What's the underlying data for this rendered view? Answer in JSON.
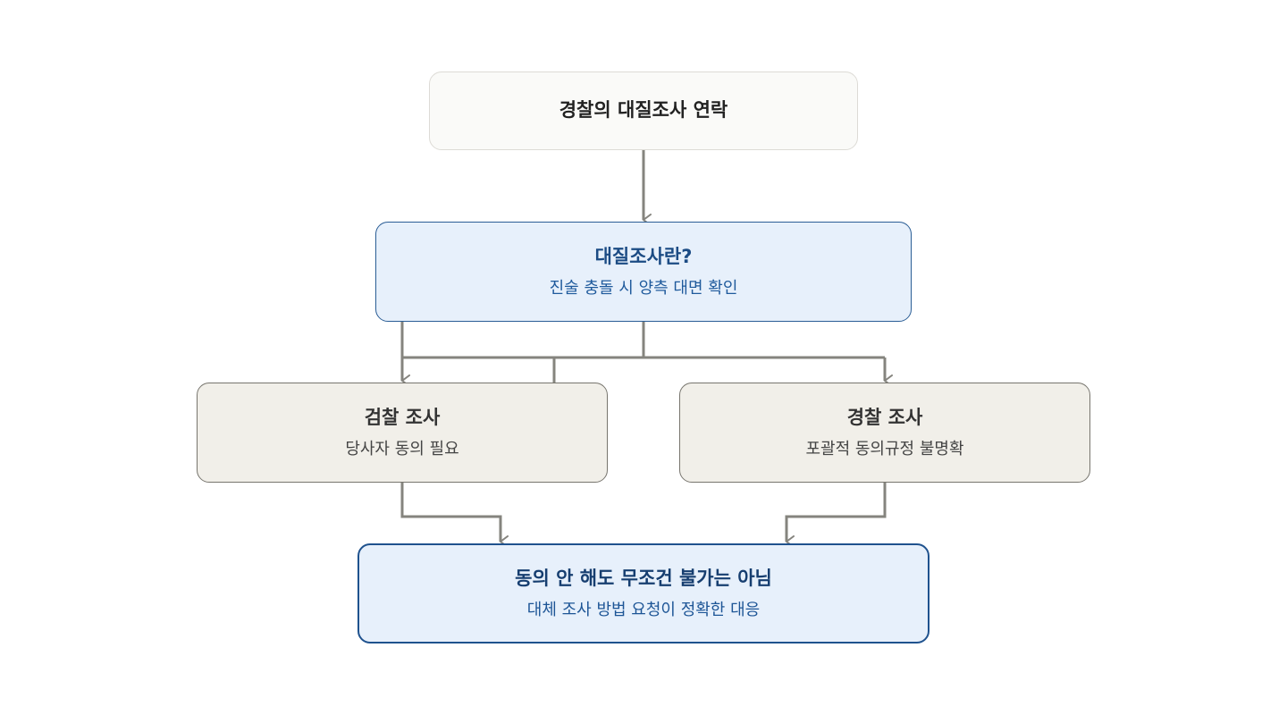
{
  "nodes": {
    "start": {
      "title": "경찰의 대질조사 연락"
    },
    "definition": {
      "title": "대질조사란?",
      "subtitle": "진술 충돌 시 양측 대면 확인"
    },
    "prosecution": {
      "title": "검찰 조사",
      "subtitle": "당사자 동의 필요"
    },
    "police": {
      "title": "경찰 조사",
      "subtitle": "포괄적 동의규정 불명확"
    },
    "conclusion": {
      "title": "동의 안 해도 무조건 불가는 아님",
      "subtitle": "대체 조사 방법 요청이 정확한 대응"
    }
  },
  "colors": {
    "connector": "#85847e",
    "accent_blue": "#1f528e",
    "neutral_fill": "#f1efe9",
    "blue_fill": "#e7f0fb"
  }
}
